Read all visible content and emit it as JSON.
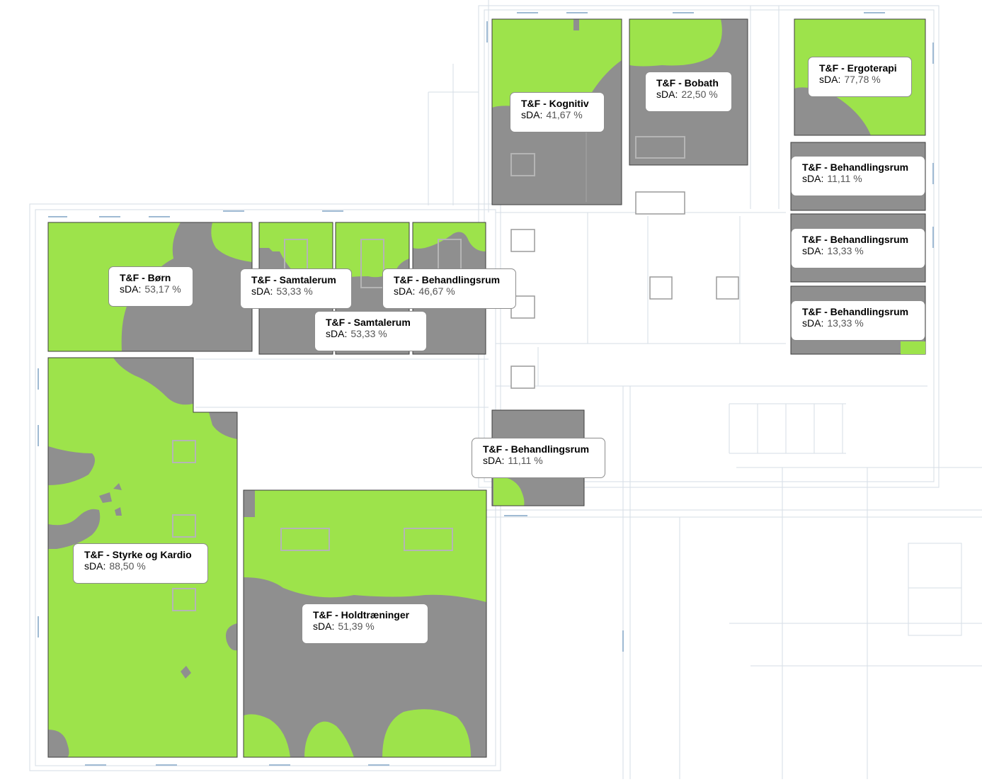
{
  "colors": {
    "lit": "#9de34b",
    "unlit": "#8f8f8f",
    "wall_line": "#c6d0da",
    "label_border": "#8c8c8c"
  },
  "rooms": [
    {
      "id": "kognitiv",
      "name": "T&F - Kognitiv",
      "metric": "sDA:",
      "value": "41,67 %"
    },
    {
      "id": "bobath",
      "name": "T&F - Bobath",
      "metric": "sDA:",
      "value": "22,50 %"
    },
    {
      "id": "ergoterapi",
      "name": "T&F - Ergoterapi",
      "metric": "sDA:",
      "value": "77,78 %"
    },
    {
      "id": "behandling-1",
      "name": "T&F - Behandlingsrum",
      "metric": "sDA:",
      "value": "11,11 %"
    },
    {
      "id": "behandling-2",
      "name": "T&F - Behandlingsrum",
      "metric": "sDA:",
      "value": "13,33 %"
    },
    {
      "id": "behandling-3",
      "name": "T&F - Behandlingsrum",
      "metric": "sDA:",
      "value": "13,33 %"
    },
    {
      "id": "born",
      "name": "T&F - Børn",
      "metric": "sDA:",
      "value": "53,17 %"
    },
    {
      "id": "samtalerum-1",
      "name": "T&F - Samtalerum",
      "metric": "sDA:",
      "value": "53,33 %"
    },
    {
      "id": "behandling-4",
      "name": "T&F - Behandlingsrum",
      "metric": "sDA:",
      "value": "46,67 %"
    },
    {
      "id": "samtalerum-2",
      "name": "T&F - Samtalerum",
      "metric": "sDA:",
      "value": "53,33 %"
    },
    {
      "id": "behandling-5",
      "name": "T&F - Behandlingsrum",
      "metric": "sDA:",
      "value": "11,11 %"
    },
    {
      "id": "styrke-kardio",
      "name": "T&F - Styrke og Kardio",
      "metric": "sDA:",
      "value": "88,50 %"
    },
    {
      "id": "holdtraeninger",
      "name": "T&F - Holdtræninger",
      "metric": "sDA:",
      "value": "51,39 %"
    }
  ]
}
